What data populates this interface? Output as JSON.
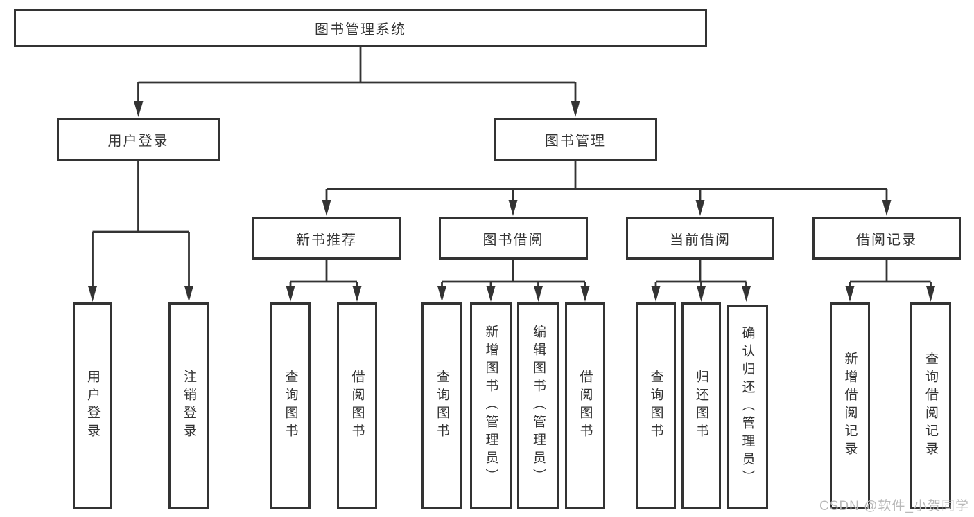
{
  "diagram_type": "hierarchy-tree",
  "tree": {
    "root": {
      "label": "图书管理系统"
    },
    "branches": [
      {
        "label": "用户登录",
        "children": [
          {
            "label": "用户登录"
          },
          {
            "label": "注销登录"
          }
        ]
      },
      {
        "label": "图书管理",
        "children": [
          {
            "label": "新书推荐",
            "children": [
              {
                "label": "查询图书"
              },
              {
                "label": "借阅图书"
              }
            ]
          },
          {
            "label": "图书借阅",
            "children": [
              {
                "label": "查询图书"
              },
              {
                "label": "新增图书（管理员）"
              },
              {
                "label": "编辑图书（管理员）"
              },
              {
                "label": "借阅图书"
              }
            ]
          },
          {
            "label": "当前借阅",
            "children": [
              {
                "label": "查询图书"
              },
              {
                "label": "归还图书"
              },
              {
                "label": "确认归还（管理员）"
              }
            ]
          },
          {
            "label": "借阅记录",
            "children": [
              {
                "label": "新增借阅记录"
              },
              {
                "label": "查询借阅记录"
              }
            ]
          }
        ]
      }
    ]
  },
  "watermark": "CSDN @软件_小贺同学",
  "colors": {
    "line": "#333333",
    "box_border": "#333333",
    "text": "#333333",
    "background": "#ffffff",
    "watermark": "#b9b9b9"
  }
}
